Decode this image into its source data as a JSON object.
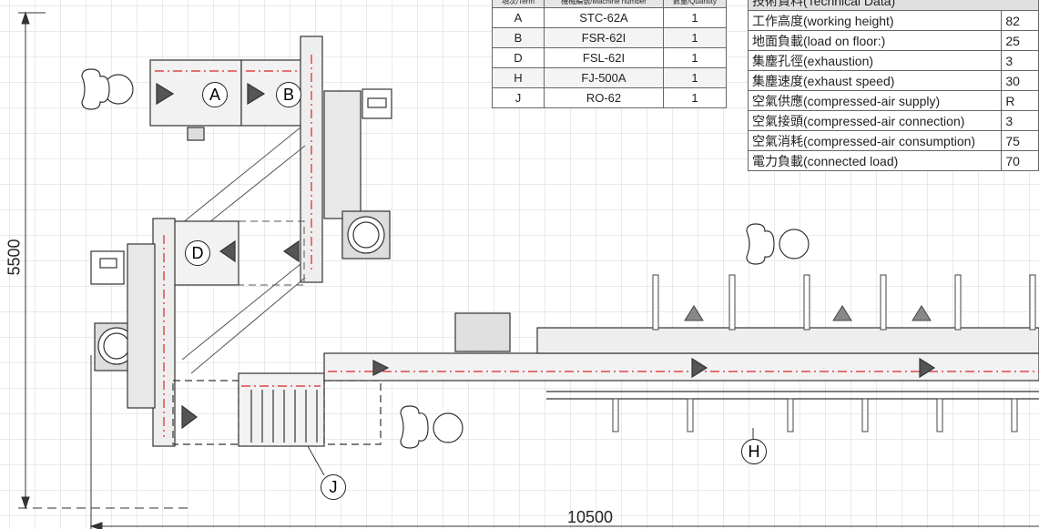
{
  "machine_table": {
    "headers": [
      "項次/Term",
      "機械編號/Machine number",
      "數量/Quantity"
    ],
    "rows": [
      {
        "term": "A",
        "model": "STC-62A",
        "qty": "1"
      },
      {
        "term": "B",
        "model": "FSR-62I",
        "qty": "1"
      },
      {
        "term": "D",
        "model": "FSL-62I",
        "qty": "1"
      },
      {
        "term": "H",
        "model": "FJ-500A",
        "qty": "1"
      },
      {
        "term": "J",
        "model": "RO-62",
        "qty": "1"
      }
    ]
  },
  "technical_data": {
    "title": "技術資料(Technical Data)",
    "rows": [
      {
        "label": "工作高度(working height)",
        "value": "82"
      },
      {
        "label": "地面負載(load on floor:)",
        "value": "25"
      },
      {
        "label": "集塵孔徑(exhaustion)",
        "value": "3"
      },
      {
        "label": "集塵速度(exhaust speed)",
        "value": "30"
      },
      {
        "label": "空氣供應(compressed-air supply)",
        "value": "R"
      },
      {
        "label": "空氣接頭(compressed-air connection)",
        "value": "3"
      },
      {
        "label": "空氣消耗(compressed-air consumption)",
        "value": "75"
      },
      {
        "label": "電力負載(connected load)",
        "value": "70"
      }
    ]
  },
  "dimensions": {
    "height": "5500",
    "width": "10500"
  },
  "callouts": {
    "a": "A",
    "b": "B",
    "d": "D",
    "h": "H",
    "j": "J"
  }
}
